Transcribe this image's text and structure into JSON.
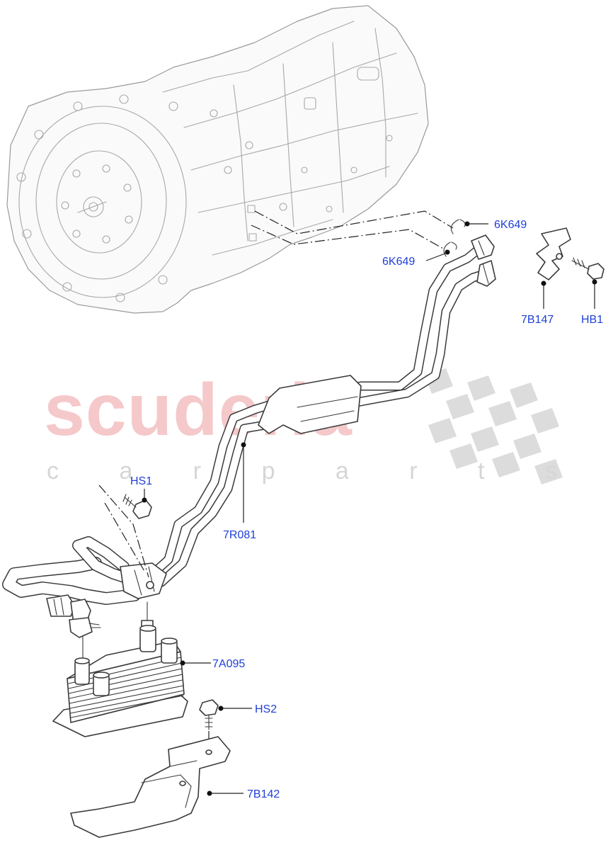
{
  "watermark": {
    "brand": "scuderia",
    "tagline": "c a r p a r t s",
    "brand_color": "#f2b4b6"
  },
  "callout_color": "#1f3fd6",
  "callouts": {
    "clip_upper": "6K649",
    "clip_lower": "6K649",
    "bracket": "7B147",
    "bracket_bolt": "HB1",
    "bolt_hs1": "HS1",
    "cooler_pipes": "7R081",
    "oil_cooler": "7A095",
    "bolt_hs2": "HS2",
    "cooler_bracket": "7B142"
  }
}
